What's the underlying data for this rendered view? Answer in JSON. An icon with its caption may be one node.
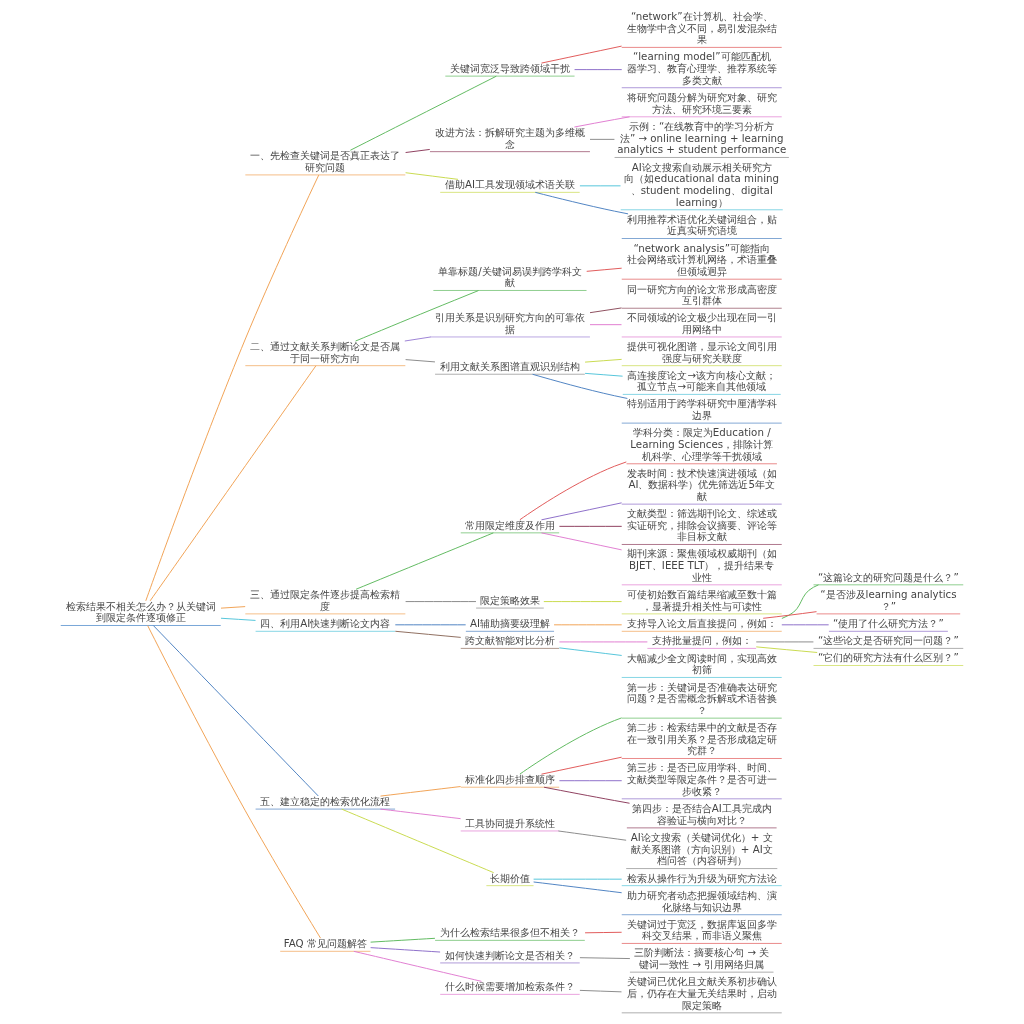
{
  "diagram": {
    "nodes": [
      {
        "text": [
          "检索结果不相关怎么办？从关键词到限定条件逐项修正"
        ]
      },
      {
        "text": [
          "一、先检查关键词是否真正表达了研究问题"
        ]
      },
      {
        "text": [
          "关键词宽泛导致跨领域干扰"
        ]
      },
      {
        "text": [
          "“network”在计算机、社会学、生物学中含义不同，易引发混杂结果"
        ]
      },
      {
        "text": [
          "“learning model”可能匹配机器学习、教育心理学、推荐系统等多类文献"
        ]
      },
      {
        "text": [
          "改进方法：拆解研究主题为多维概念"
        ]
      },
      {
        "text": [
          "将研究问题分解为研究对象、研究方法、研究环境三要素"
        ]
      },
      {
        "text": [
          "示例：“在线教育中的学习分析方法” → online learning + learning analytics + student performance"
        ]
      },
      {
        "text": [
          "借助AI工具发现领域术语关联"
        ]
      },
      {
        "text": [
          "AI论文搜索自动展示相关研究方向（如educational data mining、student modeling、digital learning）"
        ]
      },
      {
        "text": [
          "利用推荐术语优化关键词组合，贴近真实研究语境"
        ]
      },
      {
        "text": [
          "二、通过文献关系判断论文是否属于同一研究方向"
        ]
      },
      {
        "text": [
          "单靠标题/关键词易误判跨学科文献"
        ]
      },
      {
        "text": [
          "“network analysis”可能指向社会网络或计算机网络，术语重叠但领域迥异"
        ]
      },
      {
        "text": [
          "引用关系是识别研究方向的可靠依据"
        ]
      },
      {
        "text": [
          "同一研究方向的论文常形成高密度互引群体"
        ]
      },
      {
        "text": [
          "不同领域的论文极少出现在同一引用网络中"
        ]
      },
      {
        "text": [
          "利用文献关系图谱直观识别结构"
        ]
      },
      {
        "text": [
          "提供可视化图谱，显示论文间引用强度与研究关联度"
        ]
      },
      {
        "text": [
          "高连接度论文→该方向核心文献；孤立节点→可能来自其他领域"
        ]
      },
      {
        "text": [
          "特别适用于跨学科研究中厘清学科边界"
        ]
      },
      {
        "text": [
          "三、通过限定条件逐步提高检索精度"
        ]
      },
      {
        "text": [
          "常用限定维度及作用"
        ]
      },
      {
        "text": [
          "学科分类：限定为Education / Learning Sciences，排除计算机科学、心理学等干扰领域"
        ]
      },
      {
        "text": [
          "发表时间：技术快速演进领域（如AI、数据科学）优先筛选近5年文献"
        ]
      },
      {
        "text": [
          "文献类型：筛选期刊论文、综述或实证研究，排除会议摘要、评论等非目标文献"
        ]
      },
      {
        "text": [
          "期刊来源：聚焦领域权威期刊（如BJET、IEEE TLT），提升结果专业性"
        ]
      },
      {
        "text": [
          "限定策略效果"
        ]
      },
      {
        "text": [
          "可使初始数百篇结果缩减至数十篇，显著提升相关性与可读性"
        ]
      },
      {
        "text": [
          "四、利用AI快速判断论文内容"
        ]
      },
      {
        "text": [
          "AI辅助摘要级理解"
        ]
      },
      {
        "text": [
          "支持导入论文后直接提问，例如："
        ]
      },
      {
        "text": [
          "“这篇论文的研究问题是什么？”"
        ]
      },
      {
        "text": [
          "“是否涉及learning analytics？”"
        ]
      },
      {
        "text": [
          "“使用了什么研究方法？”"
        ]
      },
      {
        "text": [
          "跨文献智能对比分析"
        ]
      },
      {
        "text": [
          "支持批量提问，例如："
        ]
      },
      {
        "text": [
          "“这些论文是否研究同一问题？”"
        ]
      },
      {
        "text": [
          "“它们的研究方法有什么区别？”"
        ]
      },
      {
        "text": [
          "大幅减少全文阅读时间，实现高效初筛"
        ]
      },
      {
        "text": [
          "五、建立稳定的检索优化流程"
        ]
      },
      {
        "text": [
          "标准化四步排查顺序"
        ]
      },
      {
        "text": [
          "第一步：关键词是否准确表达研究问题？是否需概念拆解或术语替换？"
        ]
      },
      {
        "text": [
          "第二步：检索结果中的文献是否存在一致引用关系？是否形成稳定研究群？"
        ]
      },
      {
        "text": [
          "第三步：是否已应用学科、时间、文献类型等限定条件？是否可进一步收紧？"
        ]
      },
      {
        "text": [
          "第四步：是否结合AI工具完成内容验证与横向对比？"
        ]
      },
      {
        "text": [
          "工具协同提升系统性"
        ]
      },
      {
        "text": [
          "AI论文搜索（关键词优化）+ 文献关系图谱（方向识别）+ AI文档问答（内容研判）"
        ]
      },
      {
        "text": [
          "长期价值"
        ]
      },
      {
        "text": [
          "检索从操作行为升级为研究方法论"
        ]
      },
      {
        "text": [
          "助力研究者动态把握领域结构、演化脉络与知识边界"
        ]
      },
      {
        "text": [
          "FAQ 常见问题解答"
        ]
      },
      {
        "text": [
          "为什么检索结果很多但不相关？"
        ]
      },
      {
        "text": [
          "关键词过于宽泛，数据库返回多学科交叉结果，而非语义聚焦"
        ]
      },
      {
        "text": [
          "如何快速判断论文是否相关？"
        ]
      },
      {
        "text": [
          "三阶判断法：摘要核心句 → 关键词一致性 → 引用网络归属"
        ]
      },
      {
        "text": [
          "什么时候需要增加检索条件？"
        ]
      },
      {
        "text": [
          "关键词已优化且文献关系初步确认后，仍存在大量无关结果时，启动限定策略"
        ]
      }
    ],
    "edges": [
      {
        "from": 0,
        "to": 1,
        "arrow": "none",
        "color": "#f0a050"
      },
      {
        "from": 1,
        "to": 2,
        "arrow": "none",
        "color": "#5cb85c"
      },
      {
        "from": 2,
        "to": 3,
        "arrow": "none",
        "color": "#e05555"
      },
      {
        "from": 2,
        "to": 4,
        "arrow": "none",
        "color": "#8a6bc8"
      },
      {
        "from": 1,
        "to": 5,
        "arrow": "none",
        "color": "#8b3a5a"
      },
      {
        "from": 5,
        "to": 6,
        "arrow": "none",
        "color": "#e07ad0"
      },
      {
        "from": 5,
        "to": 7,
        "arrow": "none",
        "color": "#888888"
      },
      {
        "from": 1,
        "to": 8,
        "arrow": "none",
        "color": "#c8d94a"
      },
      {
        "from": 8,
        "to": 9,
        "arrow": "none",
        "color": "#4fc3d9"
      },
      {
        "from": 8,
        "to": 10,
        "arrow": "none",
        "color": "#4a7fc0"
      },
      {
        "from": 0,
        "to": 11,
        "arrow": "none",
        "color": "#f0a050"
      },
      {
        "from": 11,
        "to": 12,
        "arrow": "none",
        "color": "#5cb85c"
      },
      {
        "from": 12,
        "to": 13,
        "arrow": "none",
        "color": "#e05555"
      },
      {
        "from": 11,
        "to": 14,
        "arrow": "none",
        "color": "#9b7fd4"
      },
      {
        "from": 14,
        "to": 15,
        "arrow": "none",
        "color": "#8b4a5a"
      },
      {
        "from": 14,
        "to": 16,
        "arrow": "none",
        "color": "#e07ad0"
      },
      {
        "from": 11,
        "to": 17,
        "arrow": "none",
        "color": "#888888"
      },
      {
        "from": 17,
        "to": 18,
        "arrow": "none",
        "color": "#c8d94a"
      },
      {
        "from": 17,
        "to": 19,
        "arrow": "none",
        "color": "#4fc3d9"
      },
      {
        "from": 17,
        "to": 20,
        "arrow": "none",
        "color": "#4a7fc0"
      },
      {
        "from": 0,
        "to": 21,
        "arrow": "none",
        "color": "#f0a050"
      },
      {
        "from": 21,
        "to": 22,
        "arrow": "none",
        "color": "#5cb85c"
      },
      {
        "from": 22,
        "to": 23,
        "arrow": "none",
        "color": "#e05555"
      },
      {
        "from": 22,
        "to": 24,
        "arrow": "none",
        "color": "#8a6bc8"
      },
      {
        "from": 22,
        "to": 25,
        "arrow": "none",
        "color": "#8b3a5a"
      },
      {
        "from": 22,
        "to": 26,
        "arrow": "none",
        "color": "#e07ad0"
      },
      {
        "from": 21,
        "to": 27,
        "arrow": "none",
        "color": "#888888"
      },
      {
        "from": 27,
        "to": 28,
        "arrow": "none",
        "color": "#c8d94a"
      },
      {
        "from": 0,
        "to": 29,
        "arrow": "none",
        "color": "#4fc3d9"
      },
      {
        "from": 29,
        "to": 30,
        "arrow": "none",
        "color": "#4a7fc0"
      },
      {
        "from": 30,
        "to": 31,
        "arrow": "none",
        "color": "#f0a050"
      },
      {
        "from": 31,
        "to": 32,
        "arrow": "none",
        "color": "#5cb85c"
      },
      {
        "from": 31,
        "to": 33,
        "arrow": "none",
        "color": "#e05555"
      },
      {
        "from": 31,
        "to": 34,
        "arrow": "none",
        "color": "#8a6bc8"
      },
      {
        "from": 29,
        "to": 35,
        "arrow": "none",
        "color": "#8b6a5a"
      },
      {
        "from": 35,
        "to": 36,
        "arrow": "none",
        "color": "#e07ad0"
      },
      {
        "from": 36,
        "to": 37,
        "arrow": "none",
        "color": "#888888"
      },
      {
        "from": 36,
        "to": 38,
        "arrow": "none",
        "color": "#c8d94a"
      },
      {
        "from": 35,
        "to": 39,
        "arrow": "none",
        "color": "#4fc3d9"
      },
      {
        "from": 0,
        "to": 40,
        "arrow": "none",
        "color": "#4a7fc0"
      },
      {
        "from": 40,
        "to": 41,
        "arrow": "none",
        "color": "#f0a050"
      },
      {
        "from": 41,
        "to": 42,
        "arrow": "none",
        "color": "#5cb85c"
      },
      {
        "from": 41,
        "to": 43,
        "arrow": "none",
        "color": "#e05555"
      },
      {
        "from": 41,
        "to": 44,
        "arrow": "none",
        "color": "#8a6bc8"
      },
      {
        "from": 41,
        "to": 45,
        "arrow": "none",
        "color": "#8b3a5a"
      },
      {
        "from": 40,
        "to": 46,
        "arrow": "none",
        "color": "#e07ad0"
      },
      {
        "from": 46,
        "to": 47,
        "arrow": "none",
        "color": "#888888"
      },
      {
        "from": 40,
        "to": 48,
        "arrow": "none",
        "color": "#c8d94a"
      },
      {
        "from": 48,
        "to": 49,
        "arrow": "none",
        "color": "#4fc3d9"
      },
      {
        "from": 48,
        "to": 50,
        "arrow": "none",
        "color": "#4a7fc0"
      },
      {
        "from": 0,
        "to": 51,
        "arrow": "none",
        "color": "#f0a050"
      },
      {
        "from": 51,
        "to": 52,
        "arrow": "none",
        "color": "#5cb85c"
      },
      {
        "from": 52,
        "to": 53,
        "arrow": "none",
        "color": "#e05555"
      },
      {
        "from": 51,
        "to": 54,
        "arrow": "none",
        "color": "#8a6bc8"
      },
      {
        "from": 54,
        "to": 55,
        "arrow": "none",
        "color": "#888888"
      },
      {
        "from": 51,
        "to": 56,
        "arrow": "none",
        "color": "#e07ad0"
      },
      {
        "from": 56,
        "to": 57,
        "arrow": "none",
        "color": "#888888"
      }
    ]
  }
}
